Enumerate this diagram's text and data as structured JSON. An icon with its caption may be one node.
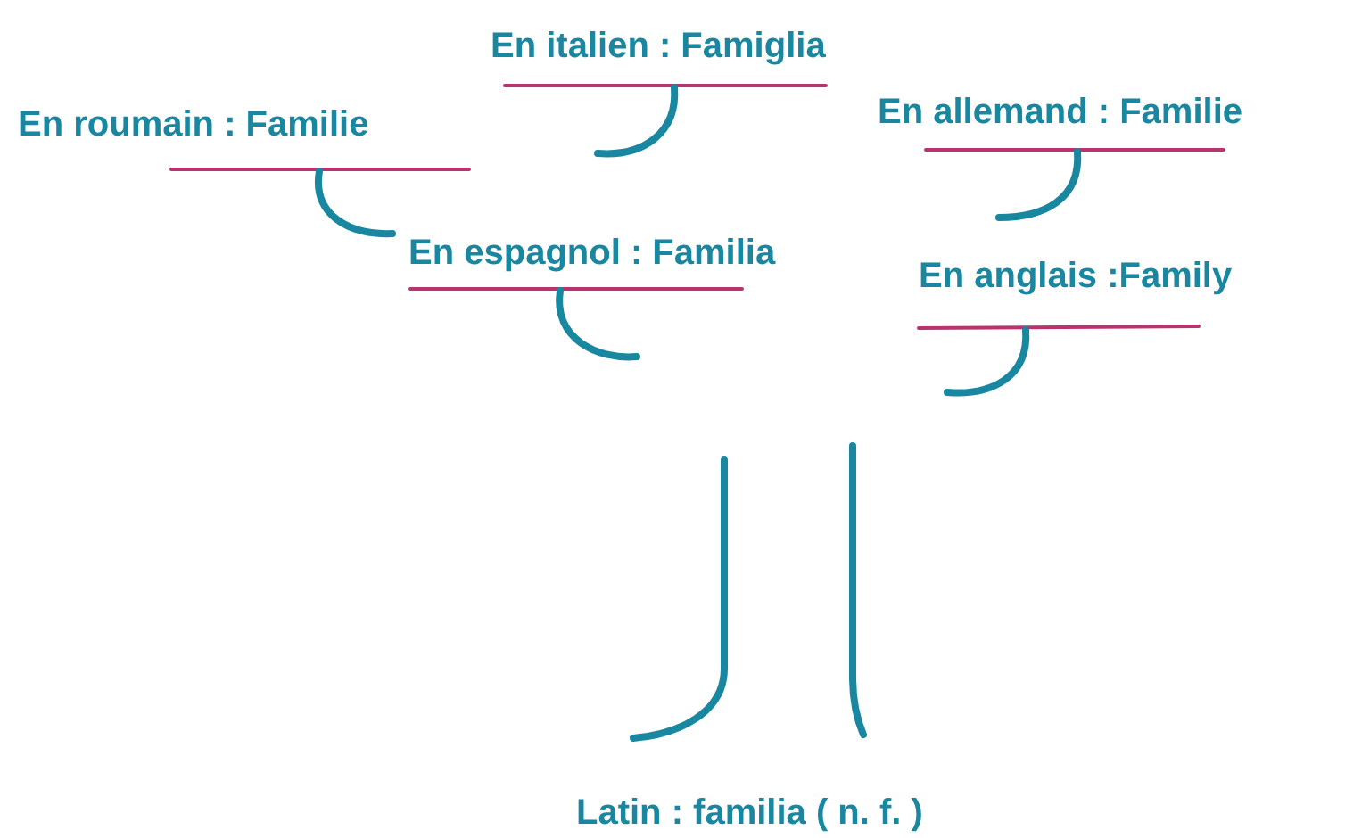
{
  "diagram": {
    "labels": [
      "En italien : Famiglia",
      "En roumain : Familie",
      "En allemand : Familie",
      "En espagnol : Familia",
      "En anglais :Family",
      "Latin : familia ( n. f. )"
    ]
  }
}
